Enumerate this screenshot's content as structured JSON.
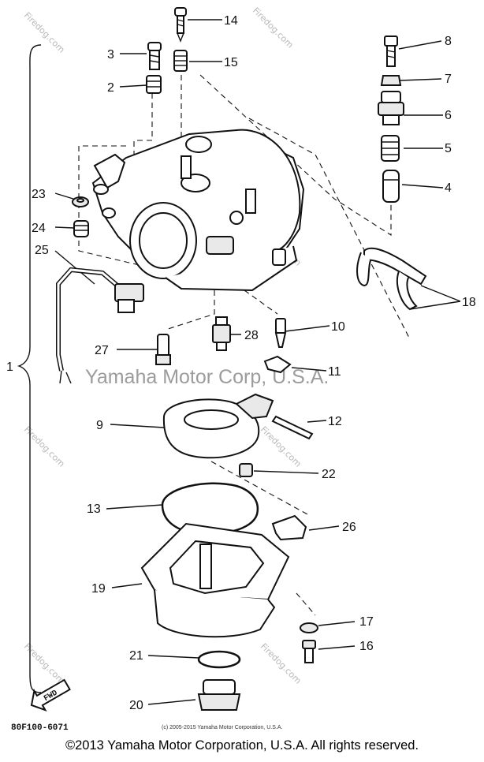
{
  "watermark": {
    "site": "Firedog.com",
    "center_text": "Yamaha Motor Corp, U.S.A.",
    "small_copyright": "(c) 2005-2015 Yamaha Motor Corporation, U.S.A."
  },
  "diagram_code": "80F100-6071",
  "fwd_label": "FWD",
  "assembly_label": "1",
  "callouts": [
    "2",
    "3",
    "4",
    "5",
    "6",
    "7",
    "8",
    "9",
    "10",
    "11",
    "12",
    "13",
    "14",
    "15",
    "16",
    "17",
    "18",
    "19",
    "20",
    "21",
    "22",
    "23",
    "24",
    "25",
    "26",
    "27",
    "28"
  ],
  "footer_copyright": "©2013 Yamaha Motor Corporation, U.S.A. All rights reserved."
}
